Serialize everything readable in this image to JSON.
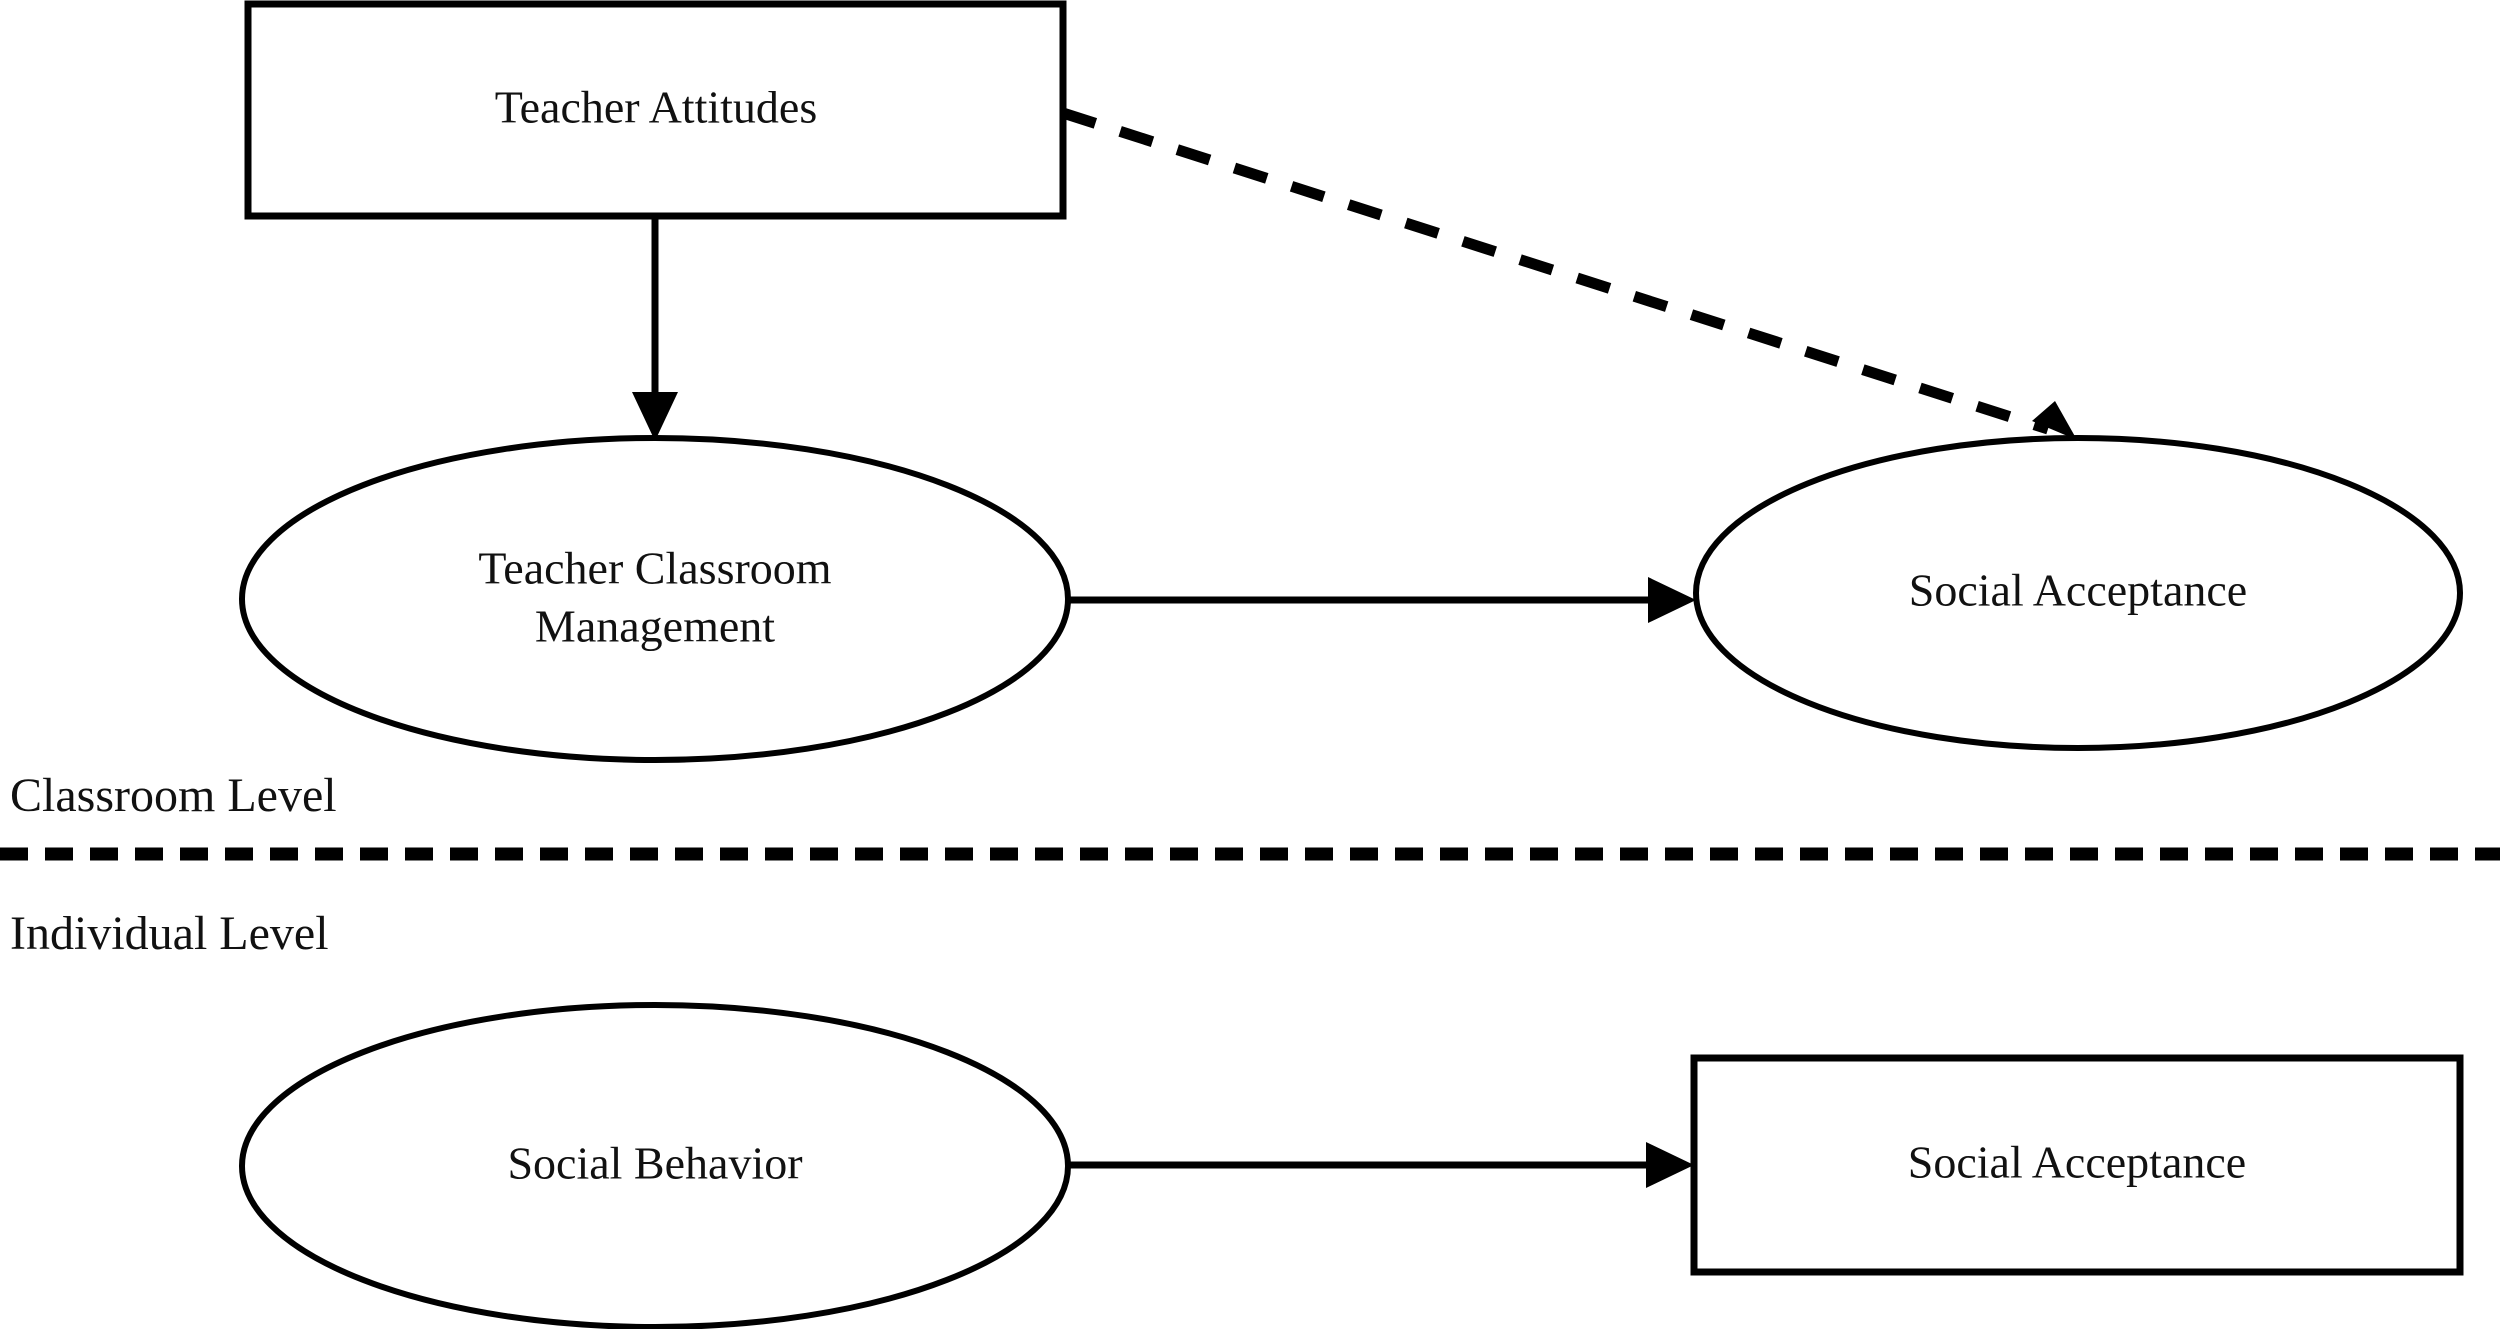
{
  "figure": {
    "type": "path-model-diagram",
    "background_color": "#ffffff",
    "line_color": "#000000",
    "text_color": "#111111"
  },
  "levels": {
    "classroom": {
      "label": "Classroom Level"
    },
    "individual": {
      "label": "Individual Level"
    },
    "divider": {
      "style": "dashed"
    }
  },
  "nodes": {
    "teacher_attitudes": {
      "label": "Teacher Attitudes",
      "shape": "rectangle",
      "level": "Classroom Level"
    },
    "teacher_classroom_management": {
      "label_line1": "Teacher Classroom",
      "label_line2": "Management",
      "shape": "ellipse",
      "level": "Classroom Level"
    },
    "social_acceptance_classroom": {
      "label": "Social Acceptance",
      "shape": "ellipse",
      "level": "Classroom Level"
    },
    "social_behavior": {
      "label": "Social Behavior",
      "shape": "ellipse",
      "level": "Individual Level"
    },
    "social_acceptance_individual": {
      "label": "Social Acceptance",
      "shape": "rectangle",
      "level": "Individual Level"
    }
  },
  "edges": [
    {
      "id": "attitudes-to-management",
      "from": "Teacher Attitudes",
      "to": "Teacher Classroom Management",
      "style": "solid",
      "arrow": "single"
    },
    {
      "id": "attitudes-to-acceptance",
      "from": "Teacher Attitudes",
      "to": "Social Acceptance",
      "style": "dashed",
      "arrow": "single"
    },
    {
      "id": "management-to-acceptance",
      "from": "Teacher Classroom Management",
      "to": "Social Acceptance",
      "style": "solid",
      "arrow": "single"
    },
    {
      "id": "behavior-to-acceptance",
      "from": "Social Behavior",
      "to": "Social Acceptance",
      "style": "solid",
      "arrow": "single"
    }
  ]
}
